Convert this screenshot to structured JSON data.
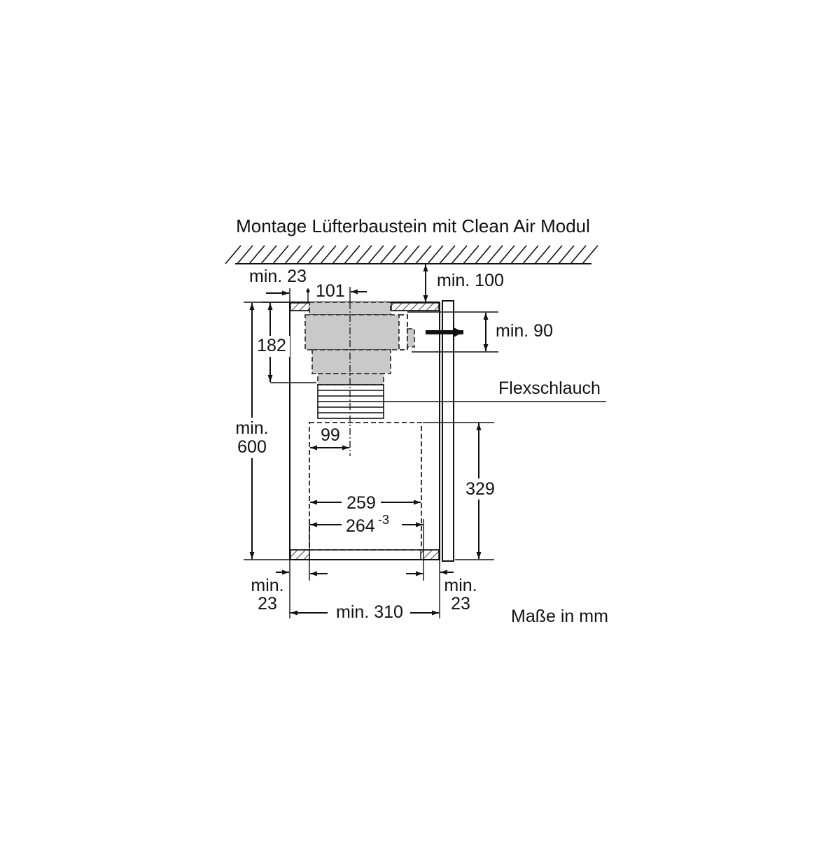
{
  "title": "Montage Lüfterbaustein mit Clean Air Modul",
  "unit_note": "Maße in mm",
  "part_label": "Flexschlauch",
  "dimensions": {
    "top_clearance": "min. 100",
    "left_gap_top": "min. 23",
    "duct_offset": "101",
    "outlet_height": "min. 90",
    "upper_height": "182",
    "total_height_line1": "min.",
    "total_height_line2": "600",
    "center_offset": "99",
    "module_height": "329",
    "inner_width": "259",
    "frame_width_base": "264",
    "frame_width_tolerance": "-3",
    "bottom_left_line1": "min.",
    "bottom_left_line2": "23",
    "bottom_right_line1": "min.",
    "bottom_right_line2": "23",
    "cabinet_width": "min. 310"
  }
}
